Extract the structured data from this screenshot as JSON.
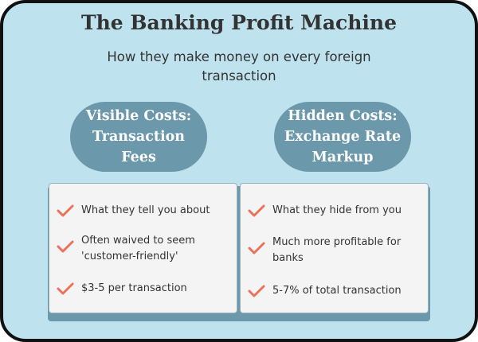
{
  "title": "The Banking Profit Machine",
  "subtitle": "How they make money on every foreign transaction",
  "colors": {
    "background": "#bfe3ee",
    "accent": "#6b98ab",
    "check": "#e8735a",
    "card": "#f4f4f4"
  },
  "left": {
    "heading": "Visible Costs: Transaction Fees",
    "items": [
      {
        "text": "What they tell you about",
        "icon": "check-icon"
      },
      {
        "text": "Often waived to seem 'customer-friendly'",
        "icon": "check-icon"
      },
      {
        "text": "$3-5 per transaction",
        "icon": "check-icon"
      }
    ]
  },
  "right": {
    "heading": "Hidden Costs: Exchange Rate Markup",
    "items": [
      {
        "text": "What they hide from you",
        "icon": "check-icon"
      },
      {
        "text": "Much more profitable for banks",
        "icon": "check-icon"
      },
      {
        "text": "5-7% of total transaction",
        "icon": "check-icon"
      }
    ]
  }
}
